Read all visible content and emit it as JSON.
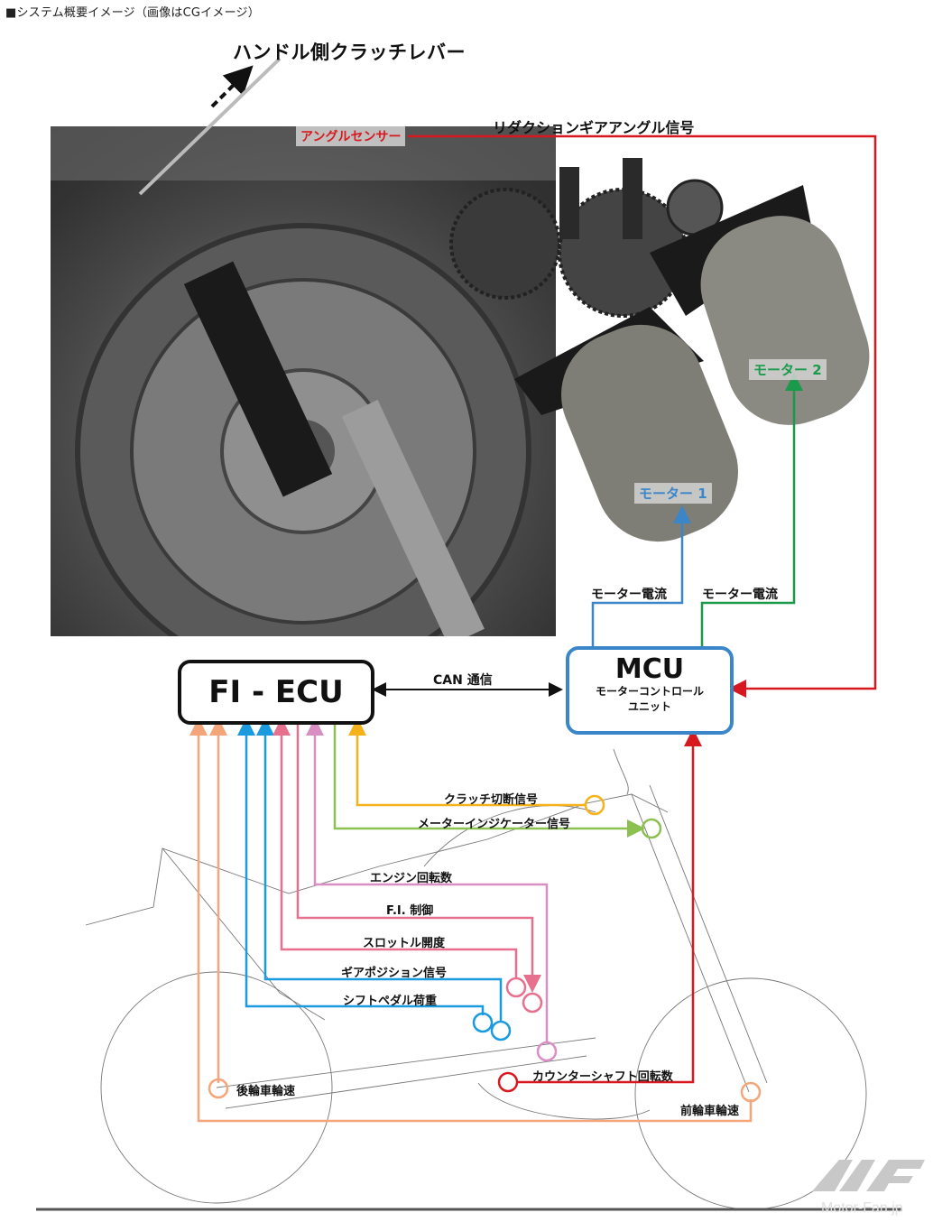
{
  "caption": "■システム概要イメージ（画像はCGイメージ）",
  "photo": {
    "description": "CG image of clutch assembly with reduction gears and two motors",
    "labels": {
      "clutch_lever": "ハンドル側クラッチレバー",
      "angle_sensor": "アングルセンサー",
      "reduction_gear_signal": "リダクションギアアングル信号",
      "motor1": "モーター 1",
      "motor2": "モーター 2",
      "motor1_current": "モーター電流",
      "motor2_current": "モーター電流"
    }
  },
  "blocks": {
    "ecu": {
      "title": "FI - ECU"
    },
    "mcu": {
      "title": "MCU",
      "subtitle_line1": "モーターコントロール",
      "subtitle_line2": "ユニット"
    },
    "can_link": "CAN 通信"
  },
  "signals": [
    {
      "id": "clutch-cut",
      "label": "クラッチ切断信号",
      "color": "#f5b21b",
      "direction": "to-ecu"
    },
    {
      "id": "meter-indicator",
      "label": "メーターインジケーター信号",
      "color": "#8cc152",
      "direction": "from-ecu"
    },
    {
      "id": "engine-rpm",
      "label": "エンジン回転数",
      "color": "#d98fc4",
      "direction": "to-ecu"
    },
    {
      "id": "fi-control",
      "label": "F.I. 制御",
      "color": "#e8708f",
      "direction": "from-ecu"
    },
    {
      "id": "throttle-opening",
      "label": "スロットル開度",
      "color": "#e8708f",
      "direction": "to-ecu"
    },
    {
      "id": "gear-position",
      "label": "ギアポジション信号",
      "color": "#1a9be0",
      "direction": "to-ecu"
    },
    {
      "id": "shift-pedal-load",
      "label": "シフトペダル荷重",
      "color": "#1a9be0",
      "direction": "to-ecu"
    },
    {
      "id": "countershaft-rpm",
      "label": "カウンターシャフト回転数",
      "color": "#d7191f",
      "direction": "to-mcu"
    },
    {
      "id": "rear-wheel-speed",
      "label": "後輪車輪速",
      "color": "#f4a67a",
      "direction": "to-ecu"
    },
    {
      "id": "front-wheel-speed",
      "label": "前輪車輪速",
      "color": "#f4a67a",
      "direction": "to-ecu"
    }
  ],
  "colors": {
    "red": "#d7191f",
    "motor1_blue": "#3a86c8",
    "motor2_green": "#1a9a4a",
    "mcu_border": "#3a86c8"
  },
  "watermark": "Motor-Fan.jp"
}
